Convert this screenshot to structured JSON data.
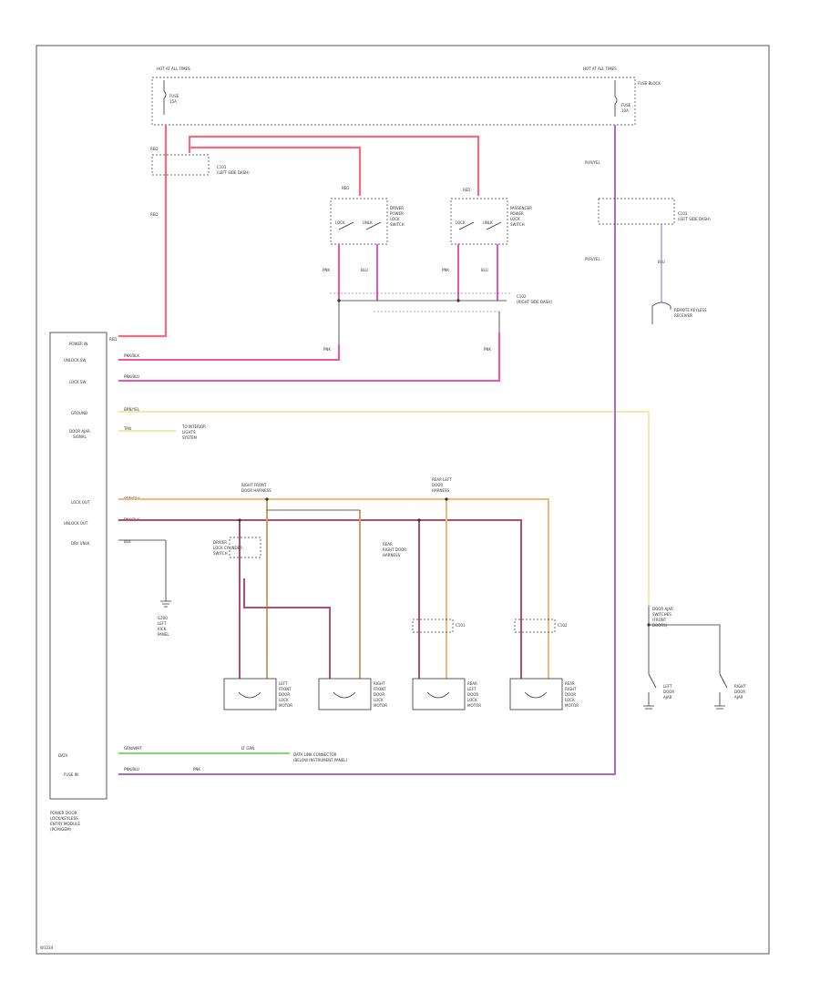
{
  "colors": {
    "red": "#f26d7d",
    "pink": "#ee55aa",
    "purple": "#a86bc8",
    "yellow": "#efe28a",
    "orange": "#f5b87a",
    "tan": "#c9a070",
    "maroon": "#b0506e",
    "green": "#7fd67a",
    "lightpink": "#f49ac1",
    "blue": "#9b9bf0"
  },
  "labels": {
    "hot_at_all_times": "HOT AT ALL TIMES",
    "fuse_top_left": "FUSE",
    "fuse_top_left_num": "15A",
    "fuse_top_right": "FUSE",
    "fuse_top_right_num": "10A",
    "fuse_block": "FUSE BLOCK",
    "wire_red_1": "RED",
    "wire_red_2": "RED",
    "wire_red_3": "RED",
    "wire_red_4": "RED",
    "c101": "C101",
    "c101_sub": "(LEFT SIDE DASH)",
    "driver_sw": "DRIVER",
    "driver_sw2": "POWER",
    "driver_sw3": "LOCK",
    "driver_sw4": "SWITCH",
    "pass_sw": "PASSENGER",
    "pass_sw2": "POWER",
    "pass_sw3": "LOCK",
    "pass_sw4": "SWITCH",
    "lock": "LOCK",
    "unlock": "UNLK",
    "wire_pnk_1": "PNK",
    "wire_pnk_2": "BLU",
    "wire_pnk_3": "PNK",
    "wire_pnk_4": "BLU",
    "c102": "C102",
    "c102_sub": "(RIGHT SIDE DASH)",
    "c103": "C103",
    "c103_sub": "(LEFT SIDE DASH)",
    "wire_pur_1": "PUR/YEL",
    "wire_pur_2": "PUR/YEL",
    "wire_blu": "BLU",
    "remote_recv": "REMOTE KEYLESS",
    "remote_recv2": "RECEIVER",
    "module_pin_1": "POWER IN",
    "module_pin_2": "UNLOCK SW",
    "module_pin_3": "LOCK SW",
    "module_pin_4": "GROUND",
    "module_pin_5": "DOOR AJAR",
    "module_pin_5b": "SIGNAL",
    "module_pin_6": "LOCK OUT",
    "module_pin_7": "UNLOCK OUT",
    "module_pin_8": "DRV UNLK",
    "wire_mod_1": "RED",
    "wire_mod_2": "PNK/BLK",
    "wire_mod_3": "PNK/BLU",
    "wire_mod_4": "BRN/YEL",
    "wire_mod_5": "TAN",
    "wire_mod_6": "ORN/BLK",
    "wire_mod_7": "PNK/BLK",
    "wire_mod_8": "BLK",
    "to_interior": "TO INTERIOR",
    "to_interior2": "LIGHTS",
    "to_interior3": "SYSTEM",
    "front_harness": "RIGHT FRONT",
    "front_harness2": "DOOR HARNESS",
    "rear_harness": "REAR LEFT",
    "rear_harness2": "DOOR",
    "rear_harness3": "HARNESS",
    "mid_harness": "REAR",
    "mid_harness2": "RIGHT DOOR",
    "mid_harness3": "HARNESS",
    "driver_lock_sw": "DRIVER",
    "driver_lock_sw2": "LOCK CYLINDER",
    "driver_lock_sw3": "SWITCH",
    "actuator_1": "LEFT",
    "actuator_1b": "FRONT",
    "actuator_1c": "DOOR",
    "actuator_1d": "LOCK",
    "actuator_1e": "MOTOR",
    "actuator_2": "RIGHT",
    "actuator_2b": "FRONT",
    "actuator_2c": "DOOR",
    "actuator_2d": "LOCK",
    "actuator_2e": "MOTOR",
    "actuator_3": "REAR",
    "actuator_3b": "LEFT",
    "actuator_3c": "DOOR",
    "actuator_3d": "LOCK",
    "actuator_3e": "MOTOR",
    "actuator_4": "REAR",
    "actuator_4b": "RIGHT",
    "actuator_4c": "DOOR",
    "actuator_4d": "LOCK",
    "actuator_4e": "MOTOR",
    "door_sw": "DOOR AJAR",
    "door_sw2": "SWITCHES",
    "door_sw3": "(FRONT",
    "door_sw4": "DOORS)",
    "left_door_sw": "LEFT",
    "left_door_sw2": "DOOR",
    "left_door_sw3": "AJAR",
    "right_door_sw": "RIGHT",
    "right_door_sw2": "DOOR",
    "right_door_sw3": "AJAR",
    "gnd_left": "G200",
    "gnd_left2": "LEFT",
    "gnd_left3": "KICK",
    "gnd_left4": "PANEL",
    "data_link": "DATA LINK CONNECTOR",
    "data_link2": "(BELOW INSTRUMENT PANEL)",
    "wire_grn_1": "GRN/WHT",
    "wire_grn_2": "LT GRN",
    "wire_lpk_1": "PNK/BLU",
    "wire_lpk_2": "PNK",
    "module_pin_9": "DATA",
    "module_pin_10": "FUSE IN",
    "module_name": "POWER DOOR",
    "module_name2": "LOCK/KEYLESS",
    "module_name3": "ENTRY MODULE",
    "module_name4": "(PCM/GEM)",
    "footer_code": "W1234"
  }
}
